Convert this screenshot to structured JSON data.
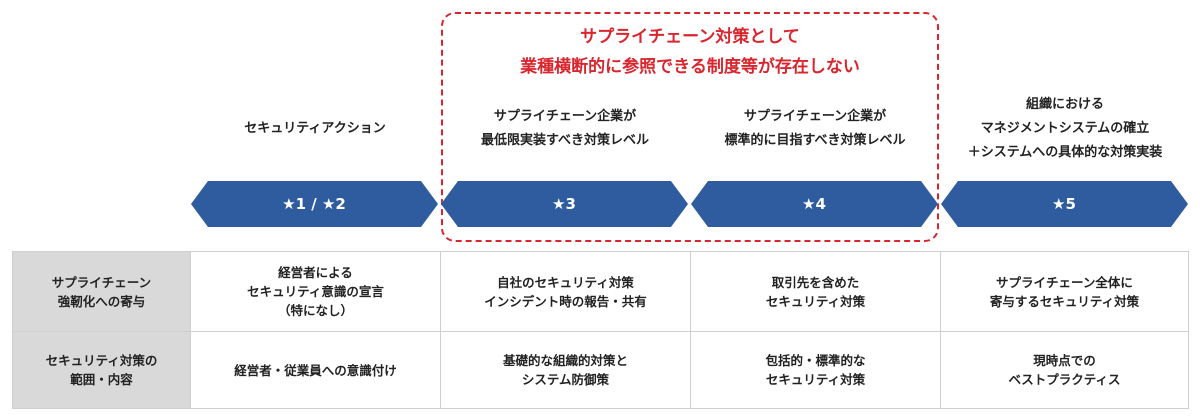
{
  "highlight": {
    "title_lines": [
      "サプライチェーン対策として",
      "業種横断的に参照できる制度等が存在しない"
    ]
  },
  "columns": [
    {
      "level": "★1 / ★2",
      "label_lines": [
        "セキュリティアクション"
      ]
    },
    {
      "level": "★3",
      "label_lines": [
        "サプライチェーン企業が",
        "最低限実装すべき対策レベル"
      ]
    },
    {
      "level": "★4",
      "label_lines": [
        "サプライチェーン企業が",
        "標準的に目指すべき対策レベル"
      ]
    },
    {
      "level": "★5",
      "label_lines": [
        "組織における",
        "マネジメントシステムの確立",
        "＋システムへの具体的な対策実装"
      ]
    }
  ],
  "colors": {
    "arrow_fill": "#2e5c9e",
    "highlight_red": "#d9262e",
    "row_head_bg": "#d9d9d9"
  },
  "table": {
    "rows": [
      {
        "head_lines": [
          "サプライチェーン",
          "強靭化への寄与"
        ],
        "cells": [
          [
            "経営者による",
            "セキュリティ意識の宣言",
            "（特になし）"
          ],
          [
            "自社のセキュリティ対策",
            "インシデント時の報告・共有"
          ],
          [
            "取引先を含めた",
            "セキュリティ対策"
          ],
          [
            "サプライチェーン全体に",
            "寄与するセキュリティ対策"
          ]
        ]
      },
      {
        "head_lines": [
          "セキュリティ対策の",
          "範囲・内容"
        ],
        "cells": [
          [
            "経営者・従業員への意識付け"
          ],
          [
            "基礎的な組織的対策と",
            "システム防御策"
          ],
          [
            "包括的・標準的な",
            "セキュリティ対策"
          ],
          [
            "現時点での",
            "ベストプラクティス"
          ]
        ]
      }
    ]
  }
}
